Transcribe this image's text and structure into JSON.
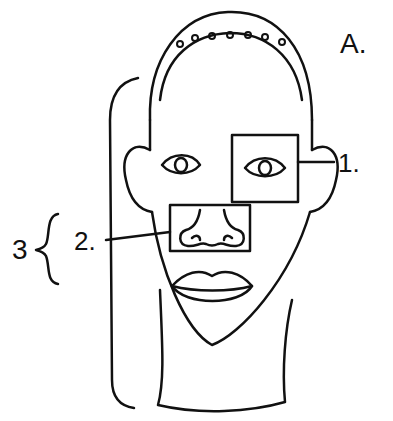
{
  "diagram": {
    "labels": [
      "A.",
      "1.",
      "3",
      "2."
    ]
  }
}
